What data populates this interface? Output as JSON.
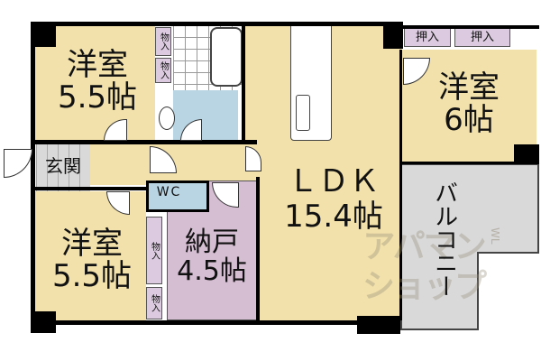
{
  "rooms": {
    "western_nw": {
      "name": "洋室",
      "size": "5.5帖"
    },
    "western_sw": {
      "name": "洋室",
      "size": "5.5帖"
    },
    "western_e": {
      "name": "洋室",
      "size": "6帖"
    },
    "ldk": {
      "name": "ＬＤＫ",
      "size": "15.4帖"
    },
    "storage": {
      "name": "納戸",
      "size": "4.5帖"
    },
    "entrance": {
      "name": "玄関"
    },
    "wc": {
      "name": "WC"
    },
    "balcony": {
      "name": "バルコニー"
    }
  },
  "closets": {
    "mono": "物入",
    "oshiire": "押入"
  },
  "watermark": {
    "text": "アパマンショップ",
    "sub": "WL"
  },
  "colors": {
    "room": "#f2e1ab",
    "closet": "#dccbe0",
    "wet": "#b9d5e4",
    "storage": "#d5bdd2",
    "balcony": "#d9d9d9",
    "entrance": "#d9d9d9"
  }
}
